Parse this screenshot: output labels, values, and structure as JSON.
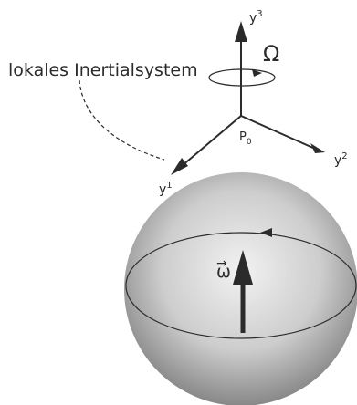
{
  "diagram": {
    "frame_label": "lokales Inertialsystem",
    "axes": {
      "y1": "y",
      "y1_sup": "1",
      "y2": "y",
      "y2_sup": "2",
      "y3": "y",
      "y3_sup": "3"
    },
    "origin": {
      "base": "P",
      "sub": "0"
    },
    "omega_frame": "Ω",
    "omega_body": "ω",
    "omega_body_vector_mark": "→",
    "colors": {
      "ink": "#2b2b2b",
      "sphere_light": "#f2f2f2",
      "sphere_mid": "#bdbdbd",
      "sphere_dark": "#7c7c7c"
    }
  }
}
